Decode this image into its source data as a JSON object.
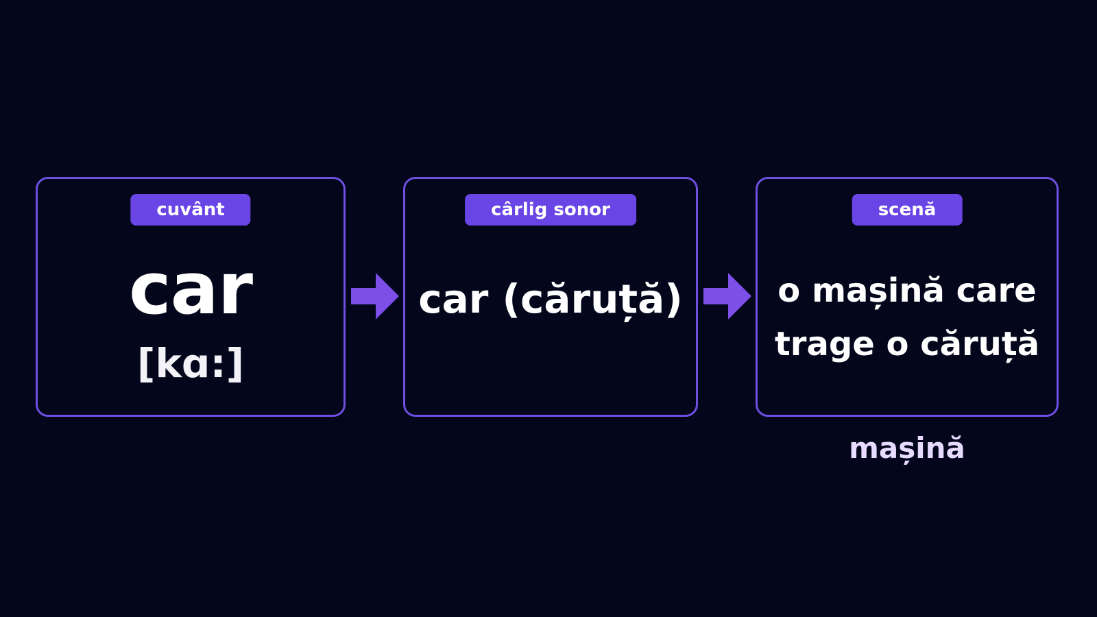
{
  "steps": [
    {
      "label": "cuvânt",
      "word": "car",
      "ipa": "[kɑ:]"
    },
    {
      "label": "cârlig sonor",
      "text": "car (căruță)"
    },
    {
      "label": "scenă",
      "line1": "o mașină care",
      "line2": "trage o căruță"
    }
  ],
  "caption": "mașină",
  "colors": {
    "background": "#04061c",
    "accent": "#6a45e6",
    "border": "#6e4fe0",
    "arrow": "#7b4fe8",
    "caption": "#e7dcff"
  },
  "icons": {
    "connector": "arrow-right-icon"
  }
}
